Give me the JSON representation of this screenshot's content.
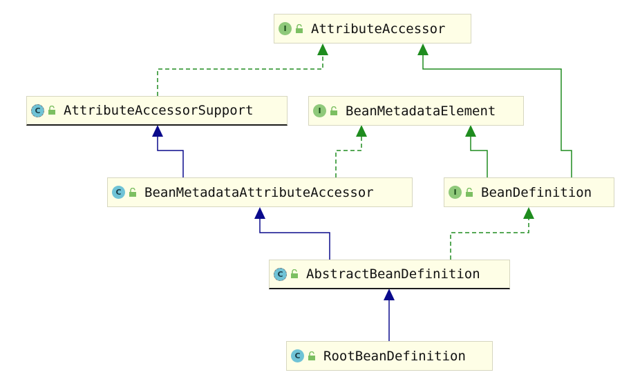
{
  "diagram": {
    "nodes": [
      {
        "id": "attribute-accessor",
        "label": "AttributeAccessor",
        "kind": "interface",
        "badge": "I",
        "abstract": false
      },
      {
        "id": "attribute-accessor-support",
        "label": "AttributeAccessorSupport",
        "kind": "class",
        "badge": "C",
        "abstract": true
      },
      {
        "id": "bean-metadata-element",
        "label": "BeanMetadataElement",
        "kind": "interface",
        "badge": "I",
        "abstract": false
      },
      {
        "id": "bean-metadata-attribute-accessor",
        "label": "BeanMetadataAttributeAccessor",
        "kind": "class",
        "badge": "C",
        "abstract": false
      },
      {
        "id": "bean-definition",
        "label": "BeanDefinition",
        "kind": "interface",
        "badge": "I",
        "abstract": false
      },
      {
        "id": "abstract-bean-definition",
        "label": "AbstractBeanDefinition",
        "kind": "class",
        "badge": "C",
        "abstract": true
      },
      {
        "id": "root-bean-definition",
        "label": "RootBeanDefinition",
        "kind": "class",
        "badge": "C",
        "abstract": false
      }
    ],
    "edges": [
      {
        "from": "attribute-accessor-support",
        "to": "attribute-accessor",
        "type": "implements"
      },
      {
        "from": "bean-definition",
        "to": "attribute-accessor",
        "type": "extends-interface"
      },
      {
        "from": "bean-metadata-attribute-accessor",
        "to": "attribute-accessor-support",
        "type": "extends"
      },
      {
        "from": "bean-metadata-attribute-accessor",
        "to": "bean-metadata-element",
        "type": "implements"
      },
      {
        "from": "bean-definition",
        "to": "bean-metadata-element",
        "type": "extends-interface"
      },
      {
        "from": "abstract-bean-definition",
        "to": "bean-metadata-attribute-accessor",
        "type": "extends"
      },
      {
        "from": "abstract-bean-definition",
        "to": "bean-definition",
        "type": "implements"
      },
      {
        "from": "root-bean-definition",
        "to": "abstract-bean-definition",
        "type": "extends"
      }
    ],
    "colors": {
      "extends": "#0a0a8c",
      "implements": "#1e8c1e",
      "node_fill": "#fefee6",
      "interface_badge": "#8fc97a",
      "class_badge": "#6fc3d6"
    }
  }
}
